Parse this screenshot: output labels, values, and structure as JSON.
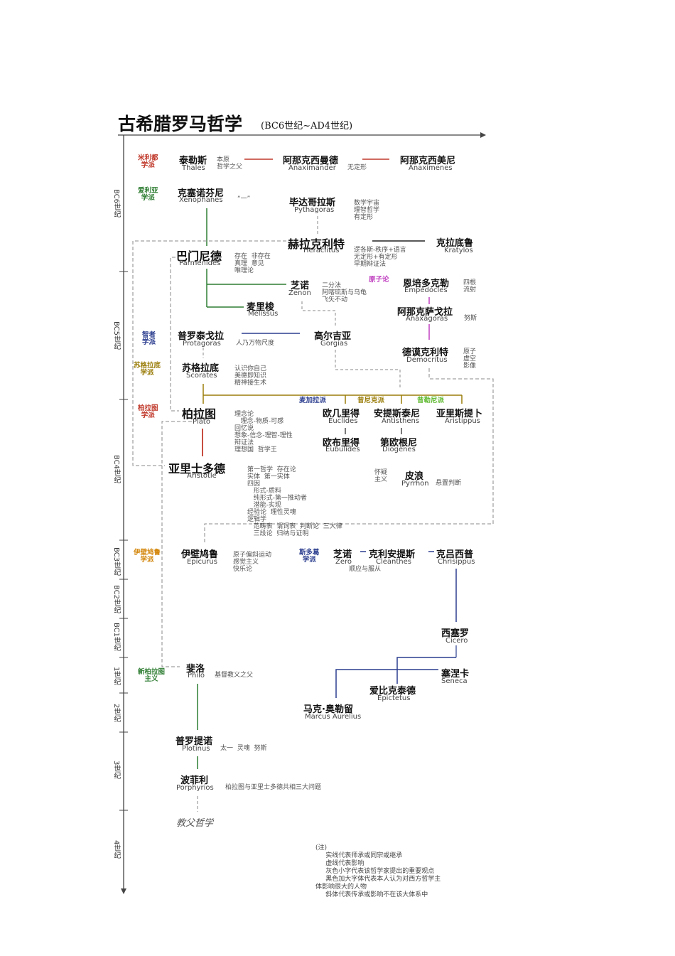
{
  "title": "古希腊罗马哲学",
  "subtitle": "(BC6世纪~AD4世纪)",
  "eras": [
    "BC6世纪",
    "BC5世纪",
    "BC4世纪",
    "BC3世纪",
    "BC2世纪",
    "BC1世纪",
    "1世纪",
    "2世纪",
    "3世纪",
    "4世纪"
  ],
  "schools": {
    "milesian": "米利都\n学派",
    "eleatic": "爱利亚\n学派",
    "sophist": "智者\n学派",
    "socratic": "苏格拉底\n学派",
    "platonic": "柏拉图\n学派",
    "epicurean": "伊壁鸠鲁\n学派",
    "stoic": "斯多葛\n学派",
    "neoplatonic": "新柏拉图\n主义",
    "megarian": "麦加拉派",
    "cynic": "昔尼克派",
    "cyrenaic": "昔勒尼派",
    "atomism": "原子论"
  },
  "colors": {
    "red": "#c0392b",
    "green": "#2e7d32",
    "blue": "#2c3e8f",
    "purple": "#c040c0",
    "olive": "#9a7d0a",
    "orange": "#d4880f",
    "lime": "#5cb82c",
    "gray": "#888888"
  },
  "people": {
    "thales": {
      "cn": "泰勒斯",
      "en": "Thales",
      "note": "本原\n哲学之父"
    },
    "anaximander": {
      "cn": "阿那克西曼德",
      "en": "Anaximander",
      "note": "无定形"
    },
    "anaximenes": {
      "cn": "阿那克西美尼",
      "en": "Anaximenes"
    },
    "xenophanes": {
      "cn": "克塞诺芬尼",
      "en": "Xenophanes",
      "note": "“一”"
    },
    "pythagoras": {
      "cn": "毕达哥拉斯",
      "en": "Pythagoras",
      "note": "数学宇宙\n理智哲学\n有定形"
    },
    "heraclitus": {
      "cn": "赫拉克利特",
      "en": "Heraclitus",
      "note": "逻各斯-秩序+语言\n无定形+有定形\n早期辩证法"
    },
    "kratylos": {
      "cn": "克拉底鲁",
      "en": "Kratylos"
    },
    "parmenides": {
      "cn": "巴门尼德",
      "en": "Parmenides",
      "note": "存在  非存在\n真理  意见\n唯理论"
    },
    "zenon": {
      "cn": "芝诺",
      "en": "Zenon",
      "note": "二分法\n阿喀琉斯与乌龟\n飞矢不动"
    },
    "empedocles": {
      "cn": "恩培多克勒",
      "en": "Empedocles",
      "note": "四根\n流射"
    },
    "melissus": {
      "cn": "麦里梭",
      "en": "Melissus"
    },
    "anaxagoras": {
      "cn": "阿那克萨戈拉",
      "en": "Anaxagoras",
      "note": "努斯"
    },
    "protagoras": {
      "cn": "普罗泰戈拉",
      "en": "Protagoras",
      "note": "人乃万物尺度"
    },
    "gorgias": {
      "cn": "高尔吉亚",
      "en": "Gorgias"
    },
    "democritus": {
      "cn": "德谟克利特",
      "en": "Democritus",
      "note": "原子\n虚空\n影像"
    },
    "socrates": {
      "cn": "苏格拉底",
      "en": "Scorates",
      "note": "认识你自己\n美德即知识\n精神接生术"
    },
    "plato": {
      "cn": "柏拉图",
      "en": "Plato",
      "note": "理念论\n   理念-物质-可感\n回忆说\n想象-信念-理智-理性\n辩证法\n理想国  哲学王"
    },
    "euclides": {
      "cn": "欧几里得",
      "en": "Euclides"
    },
    "antisthens": {
      "cn": "安提斯泰尼",
      "en": "Antisthens"
    },
    "aristippus": {
      "cn": "亚里斯提卜",
      "en": "Aristippus"
    },
    "eubulides": {
      "cn": "欧布里得",
      "en": "Eubulides"
    },
    "diogenes": {
      "cn": "第欧根尼",
      "en": "Diogenes"
    },
    "aristotle": {
      "cn": "亚里士多德",
      "en": "Aristotle",
      "note": "第一哲学  存在论\n实体  第一实体\n四因\n   形式-质料\n   纯形式-第一推动者\n   潜能-实现\n经验论  理性灵魂\n逻辑学\n   范畴表  谓词表  判断论  三大律\n   三段论  归纳与证明"
    },
    "pyrrhon": {
      "cn": "皮浪",
      "en": "Pyrrhon",
      "note": "悬置判断",
      "pre": "怀疑\n主义"
    },
    "epicurus": {
      "cn": "伊壁鸠鲁",
      "en": "Epicurus",
      "note": "原子偏斜运动\n感觉主义\n快乐论"
    },
    "zero": {
      "cn": "芝诺",
      "en": "Zero",
      "note": "顺应与服从"
    },
    "cleanthes": {
      "cn": "克利安提斯",
      "en": "Cleanthes"
    },
    "chrisippus": {
      "cn": "克吕西普",
      "en": "Chrisippus"
    },
    "cicero": {
      "cn": "西塞罗",
      "en": "Cicero"
    },
    "seneca": {
      "cn": "塞涅卡",
      "en": "Seneca"
    },
    "epictetus": {
      "cn": "爱比克泰德",
      "en": "Epictetus"
    },
    "marcus": {
      "cn": "马克·奥勒留",
      "en": "Marcus Aurelius"
    },
    "philo": {
      "cn": "斐洛",
      "en": "Philo",
      "note": "基督教义之父"
    },
    "plotinus": {
      "cn": "普罗提诺",
      "en": "Plotinus",
      "note": "太一  灵魂  努斯"
    },
    "porphyrios": {
      "cn": "波菲利",
      "en": "Porphyrios",
      "note": "柏拉图与亚里士多德共相三大问题"
    }
  },
  "patristic": "教父哲学",
  "legend": "(注)\n     实线代表师承或同宗或继承\n     虚线代表影响\n     灰色小字代表该哲学家提出的重要观点\n     黑色加大字体代表本人认为对西方哲学主\n体影响很大的人物\n     斜体代表传承或影响不在该大体系中"
}
